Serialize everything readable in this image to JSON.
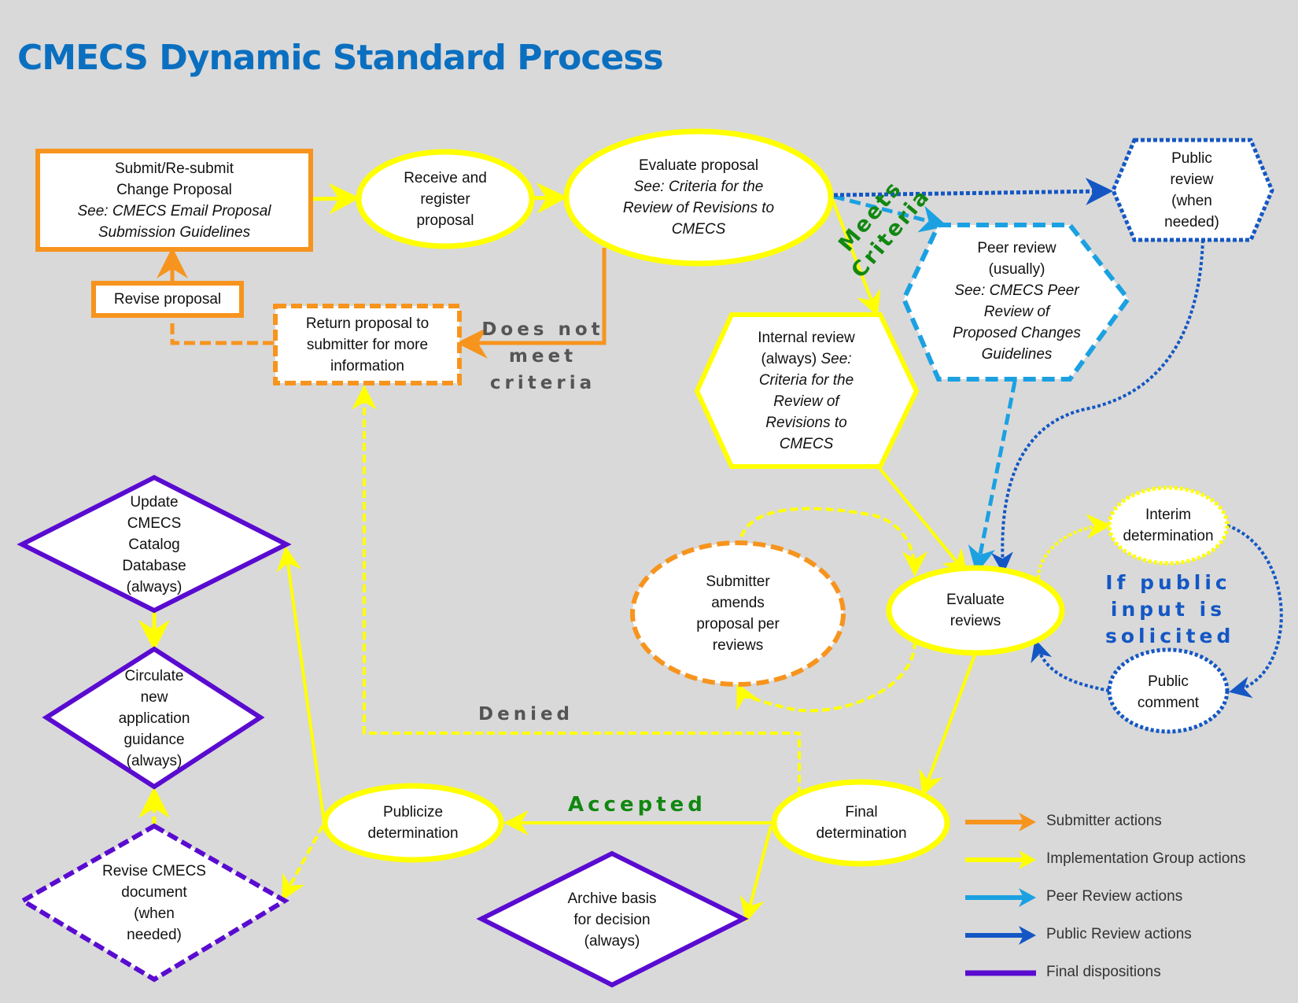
{
  "title": "CMECS Dynamic Standard Process",
  "colors": {
    "background": "#d9d9d9",
    "title": "#0b6fc0",
    "submitter": "#f7941d",
    "implementation": "#ffff00",
    "peer_review": "#1ba1e2",
    "public_review": "#1457c4",
    "final": "#5a0bd0",
    "label_green": "#118811",
    "label_gray": "#555555"
  },
  "nodes": {
    "submit": {
      "line1": "Submit/Re-submit",
      "line2": "Change Proposal",
      "italic1": "See: CMECS Email Proposal",
      "italic2": "Submission Guidelines"
    },
    "revise": {
      "label": "Revise proposal"
    },
    "receive": {
      "line1": "Receive and",
      "line2": "register",
      "line3": "proposal"
    },
    "evaluate_proposal": {
      "line1": "Evaluate proposal",
      "italic1": "See: Criteria for the",
      "italic2": "Review of Revisions to",
      "italic3": "CMECS"
    },
    "return": {
      "line1": "Return proposal to",
      "line2": "submitter for more",
      "line3": "information"
    },
    "public_review": {
      "line1": "Public",
      "line2": "review",
      "line3": "(when",
      "line4": "needed)"
    },
    "peer_review": {
      "line1": "Peer review",
      "line2": "(usually)",
      "italic1": "See: CMECS Peer",
      "italic2": "Review of",
      "italic3": "Proposed Changes",
      "italic4": "Guidelines"
    },
    "internal_review": {
      "line1": "Internal review",
      "line2a": "(always) ",
      "line2b": "See:",
      "italic1": "Criteria for the",
      "italic2": "Review of",
      "italic3": "Revisions to",
      "italic4": "CMECS"
    },
    "submitter_amends": {
      "line1": "Submitter",
      "line2": "amends",
      "line3": "proposal per",
      "line4": "reviews"
    },
    "evaluate_reviews": {
      "line1": "Evaluate",
      "line2": "reviews"
    },
    "interim": {
      "line1": "Interim",
      "line2": "determination"
    },
    "public_comment": {
      "line1": "Public",
      "line2": "comment"
    },
    "update_catalog": {
      "line1": "Update",
      "line2": "CMECS",
      "line3": "Catalog",
      "line4": "Database",
      "line5": "(always)"
    },
    "circulate": {
      "line1": "Circulate",
      "line2": "new",
      "line3": "application",
      "line4": "guidance",
      "line5": "(always)"
    },
    "revise_doc": {
      "line1": "Revise CMECS",
      "line2": "document",
      "line3": "(when",
      "line4": "needed)"
    },
    "publicize": {
      "line1": "Publicize",
      "line2": "determination"
    },
    "final_determination": {
      "line1": "Final",
      "line2": "determination"
    },
    "archive": {
      "line1": "Archive basis",
      "line2": "for decision",
      "line3": "(always)"
    }
  },
  "edge_labels": {
    "does_not_meet": {
      "line1": "Does not",
      "line2": "meet",
      "line3": "criteria"
    },
    "meets_criteria": "Meets Criteria",
    "denied": "Denied",
    "accepted": "Accepted",
    "if_public": {
      "line1": "If public",
      "line2": "input is",
      "line3": "solicited"
    }
  },
  "legend": [
    {
      "label": "Submitter actions",
      "color": "#f7941d",
      "marker": "arrow"
    },
    {
      "label": "Implementation Group actions",
      "color": "#ffff00",
      "marker": "arrow"
    },
    {
      "label": "Peer Review actions",
      "color": "#1ba1e2",
      "marker": "arrow"
    },
    {
      "label": "Public Review actions",
      "color": "#1457c4",
      "marker": "arrow"
    },
    {
      "label": "Final dispositions",
      "color": "#5a0bd0",
      "marker": "line"
    }
  ]
}
